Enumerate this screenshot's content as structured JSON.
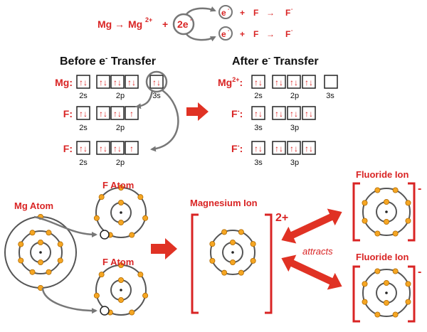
{
  "colors": {
    "accent": "#d92424",
    "shell": "#555555",
    "electron": "#f5a623",
    "arrow_gray": "#777777"
  },
  "equation": {
    "mg": "Mg",
    "arrow": "→",
    "mg_ion": "Mg",
    "mg_charge": "2+",
    "plus": "+",
    "two_e": "2e",
    "e": "e",
    "minus": "-",
    "f": "F",
    "f_minus": "F"
  },
  "before": {
    "title_pre": "Before e",
    "title_post": " Transfer",
    "rows": [
      {
        "label": "Mg:",
        "subshells": [
          "2s",
          "2p",
          "3s"
        ]
      },
      {
        "label": "F:",
        "subshells": [
          "2s",
          "2p"
        ]
      },
      {
        "label": "F:",
        "subshells": [
          "2s",
          "2p"
        ]
      }
    ]
  },
  "after": {
    "title_pre": "After e",
    "title_post": " Transfer",
    "rows": [
      {
        "label": "Mg",
        "charge": "2+",
        "colon": ":",
        "subshells": [
          "2s",
          "2p",
          "3s"
        ]
      },
      {
        "label": "F",
        "charge": "-",
        "colon": ":",
        "subshells": [
          "3s",
          "3p"
        ]
      },
      {
        "label": "F",
        "charge": "-",
        "colon": ":",
        "subshells": [
          "3s",
          "3p"
        ]
      }
    ]
  },
  "orbital_glyphs": {
    "pair": "↑↓",
    "single": "↑"
  },
  "labels": {
    "mg_atom": "Mg Atom",
    "f_atom_top": "F Atom",
    "f_atom_bottom": "F Atom",
    "magnesium_ion": "Magnesium Ion",
    "mg_ion_charge": "2+",
    "fluoride_ion_top": "Fluoride Ion",
    "fluoride_ion_bottom": "Fluoride Ion",
    "fluoride_charge": "-",
    "attracts": "attracts"
  }
}
